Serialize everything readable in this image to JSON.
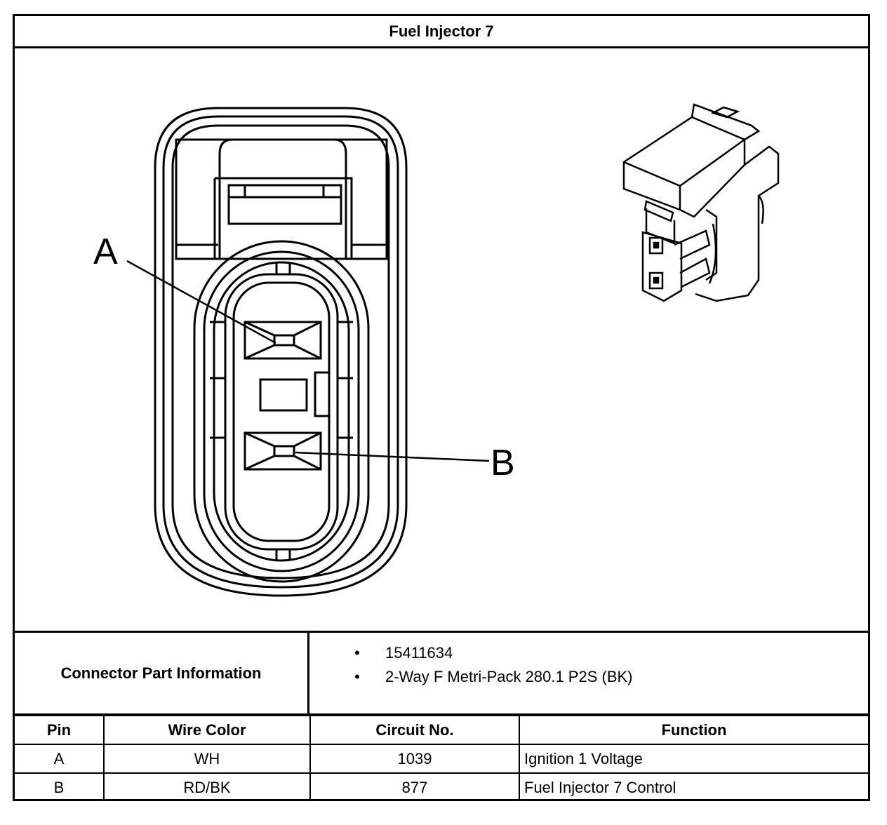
{
  "title": "Fuel Injector 7",
  "labels": {
    "pin_a": "A",
    "pin_b": "B"
  },
  "connector_info": {
    "label": "Connector Part Information",
    "items": [
      "15411634",
      "2-Way F Metri-Pack 280.1 P2S (BK)"
    ]
  },
  "table": {
    "headers": [
      "Pin",
      "Wire Color",
      "Circuit No.",
      "Function"
    ],
    "rows": [
      [
        "A",
        "WH",
        "1039",
        "Ignition 1 Voltage"
      ],
      [
        "B",
        "RD/BK",
        "877",
        "Fuel Injector 7 Control"
      ]
    ]
  }
}
